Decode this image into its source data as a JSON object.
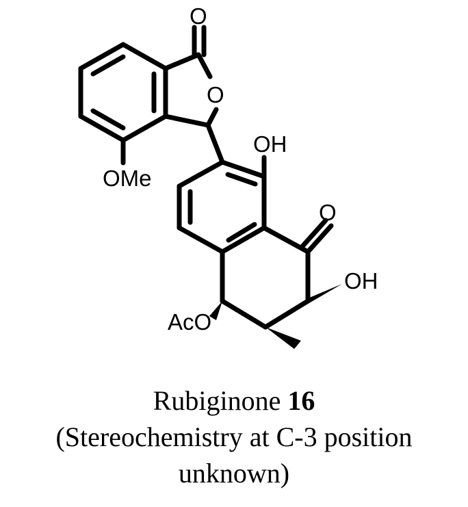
{
  "structure": {
    "atom_labels": {
      "lactone_carbonyl_o": "O",
      "lactone_ring_o": "O",
      "methoxy": "OMe",
      "phenol_oh": "OH",
      "ketone_o": "O",
      "alcohol_oh": "OH",
      "acetoxy": "AcO"
    }
  },
  "caption": {
    "name": "Rubiginone",
    "number": "16",
    "note_line1": "(Stereochemistry at C-3 position",
    "note_line2": "unknown)"
  }
}
